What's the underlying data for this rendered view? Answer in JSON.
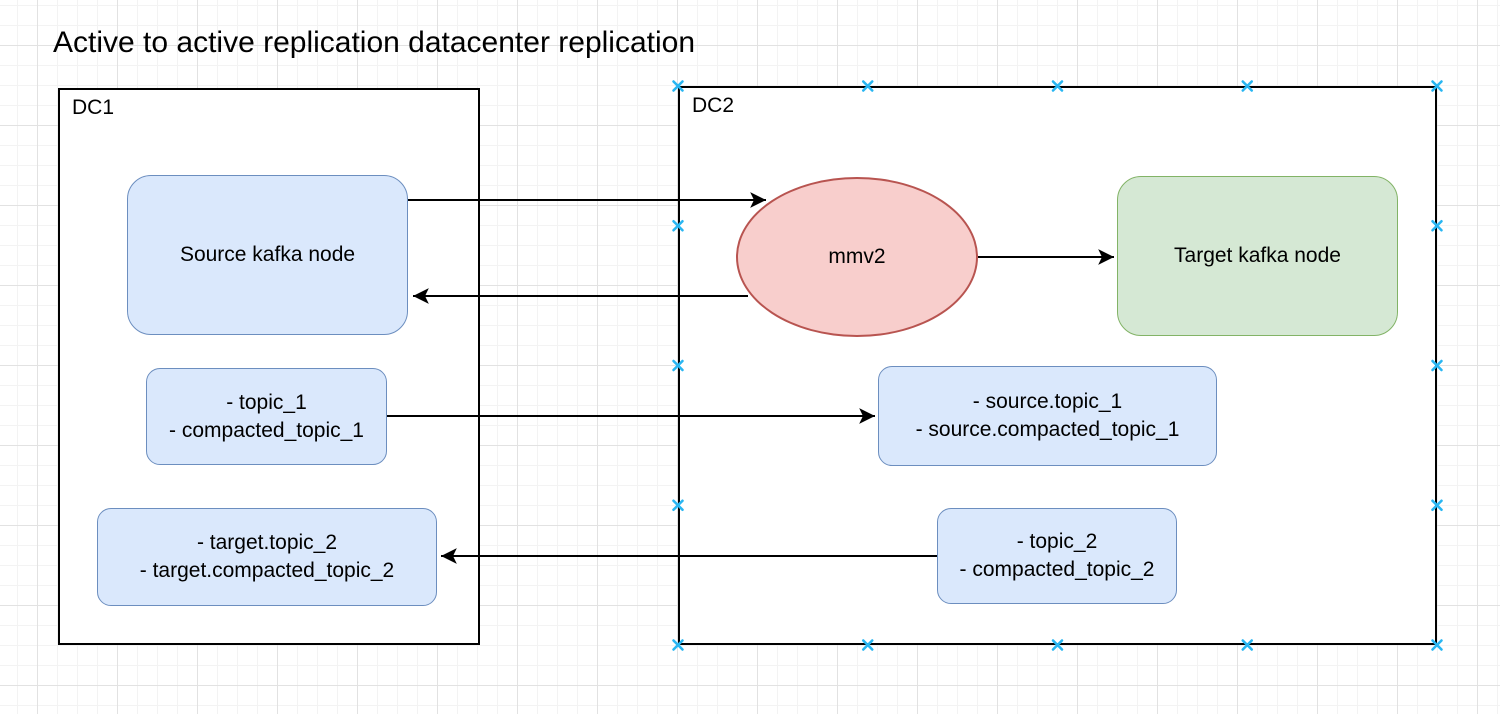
{
  "title": "Active to active replication datacenter replication",
  "dc1": {
    "label": "DC1",
    "source_node": {
      "label": "Source kafka node"
    },
    "topics_out": {
      "line1": "- topic_1",
      "line2": "- compacted_topic_1"
    },
    "topics_replicated": {
      "line1": "- target.topic_2",
      "line2": "- target.compacted_topic_2"
    }
  },
  "dc2": {
    "label": "DC2",
    "mirror_node": {
      "label": "mmv2"
    },
    "target_node": {
      "label": "Target kafka node"
    },
    "topics_replicated": {
      "line1": "- source.topic_1",
      "line2": "- source.compacted_topic_1"
    },
    "topics_out": {
      "line1": "- topic_2",
      "line2": "- compacted_topic_2"
    }
  },
  "edges": [
    {
      "from": "source-kafka-node",
      "to": "mmv2-node",
      "direction": "right"
    },
    {
      "from": "mmv2-node",
      "to": "source-kafka-node",
      "direction": "left"
    },
    {
      "from": "mmv2-node",
      "to": "target-kafka-node",
      "direction": "right"
    },
    {
      "from": "dc1-topics-out",
      "to": "dc2-topics-replicated",
      "direction": "right"
    },
    {
      "from": "dc2-topics-out",
      "to": "dc1-topics-replicated",
      "direction": "left"
    }
  ],
  "colors": {
    "blue_fill": "#dae8fc",
    "blue_border": "#6c8ebf",
    "green_fill": "#d5e8d4",
    "green_border": "#82b366",
    "red_fill": "#f8cecc",
    "red_border": "#b85450",
    "container_border": "#000000",
    "arrow": "#000000",
    "connection_point": "#29b6f2"
  }
}
